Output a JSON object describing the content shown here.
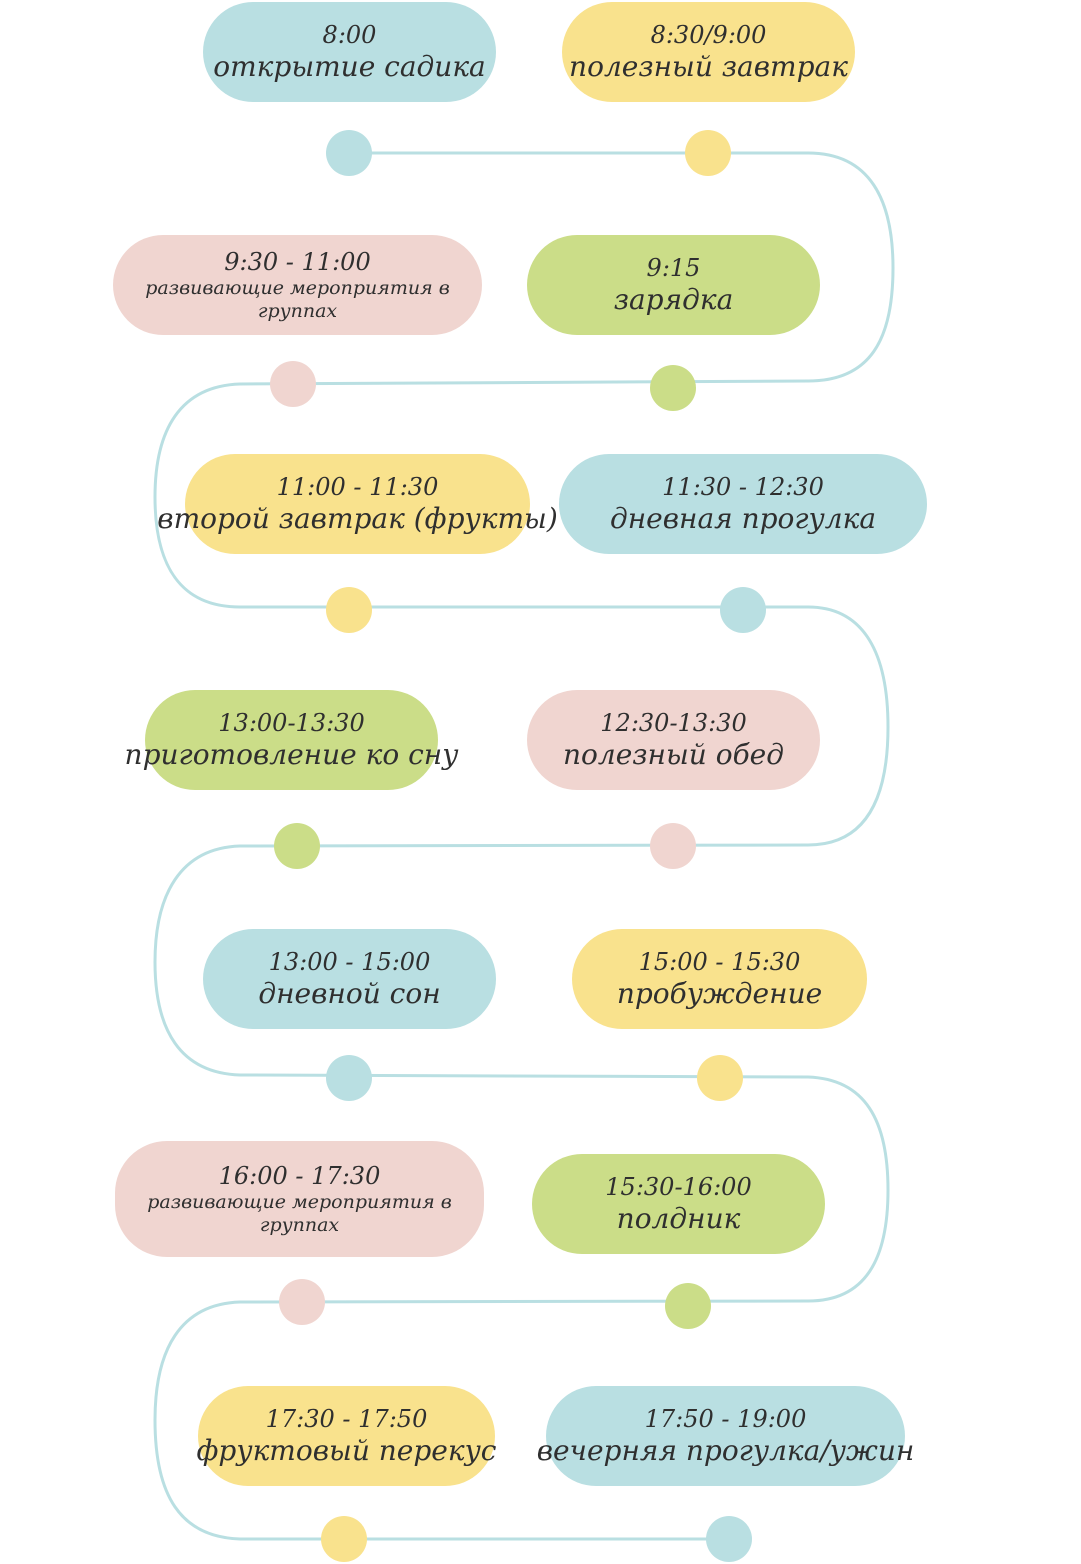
{
  "colors": {
    "blue": "#b9dfe2",
    "yellow": "#f9e28d",
    "pink": "#f0d5d0",
    "green": "#cbdd88",
    "line": "#b9dfe2"
  },
  "events": [
    {
      "time": "8:00",
      "title": "открытие садика"
    },
    {
      "time": "8:30/9:00",
      "title": "полезный завтрак"
    },
    {
      "time": "9:30 - 11:00",
      "title": "развивающие мероприятия в группах"
    },
    {
      "time": "9:15",
      "title": "зарядка"
    },
    {
      "time": "11:00 - 11:30",
      "title": "второй завтрак (фрукты)"
    },
    {
      "time": "11:30 - 12:30",
      "title": "дневная прогулка"
    },
    {
      "time": "13:00-13:30",
      "title": "приготовление ко сну"
    },
    {
      "time": "12:30-13:30",
      "title": "полезный обед"
    },
    {
      "time": "13:00 - 15:00",
      "title": "дневной сон"
    },
    {
      "time": "15:00 - 15:30",
      "title": "пробуждение"
    },
    {
      "time": "16:00 - 17:30",
      "title": "развивающие мероприятия в группах"
    },
    {
      "time": "15:30-16:00",
      "title": "полдник"
    },
    {
      "time": "17:30 - 17:50",
      "title": "фруктовый перекус"
    },
    {
      "time": "17:50 - 19:00",
      "title": "вечерняя прогулка/ужин"
    }
  ]
}
